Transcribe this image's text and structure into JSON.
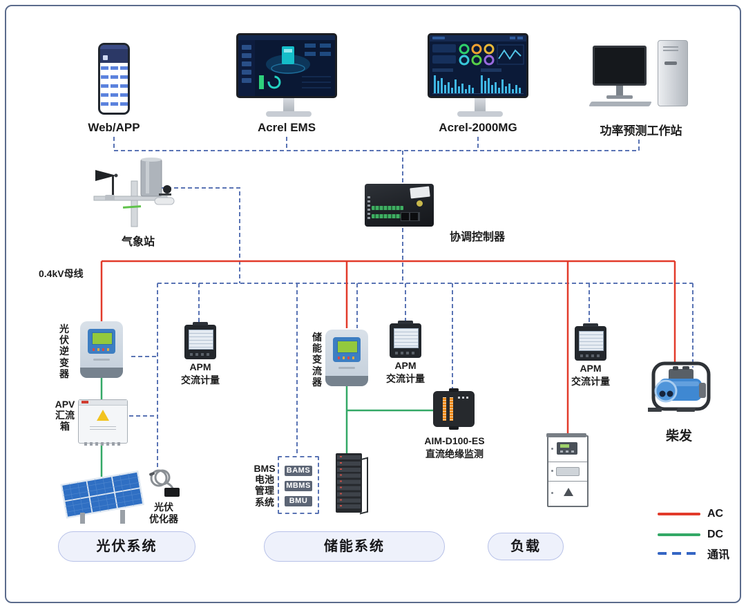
{
  "header": {
    "devices": [
      {
        "id": "web-app",
        "label": "Web/APP"
      },
      {
        "id": "acrel-ems",
        "label": "Acrel EMS"
      },
      {
        "id": "acrel-2000mg",
        "label": "Acrel-2000MG"
      },
      {
        "id": "power-forecast-workstation",
        "label": "功率预测工作站"
      }
    ]
  },
  "middle": {
    "weather_station_label": "气象站",
    "controller_label": "协调控制器",
    "bus_label": "0.4kV母线"
  },
  "pv_system": {
    "inverter_label": "光伏逆变器",
    "apm_label_1": "APM",
    "apm_label_2": "交流计量",
    "combiner_label": "APV汇流箱",
    "optimizer_label_1": "光伏",
    "optimizer_label_2": "优化器",
    "section_pill": "光伏系统"
  },
  "ess_system": {
    "converter_label": "储能变流器",
    "apm_label_1": "APM",
    "apm_label_2": "交流计量",
    "aim_label_1": "AIM-D100-ES",
    "aim_label_2": "直流绝缘监测",
    "bms_side_label": "BMS电池管理系统",
    "bms_items": [
      "BAMS",
      "MBMS",
      "BMU"
    ],
    "section_pill": "储能系统"
  },
  "load_system": {
    "apm_label_1": "APM",
    "apm_label_2": "交流计量",
    "section_pill": "负载"
  },
  "genset": {
    "label": "柴发"
  },
  "legend": {
    "items": [
      {
        "label": "AC",
        "style": "solid",
        "color": "#e23a2a"
      },
      {
        "label": "DC",
        "style": "solid",
        "color": "#33a866"
      },
      {
        "label": "通讯",
        "style": "dashed",
        "color": "#3566c4"
      }
    ]
  },
  "colors": {
    "ac": "#e23a2a",
    "dc": "#33a866",
    "comm": "#5a74b4",
    "pill_bg": "#eef1fb",
    "pill_border": "#b7c1e8"
  }
}
